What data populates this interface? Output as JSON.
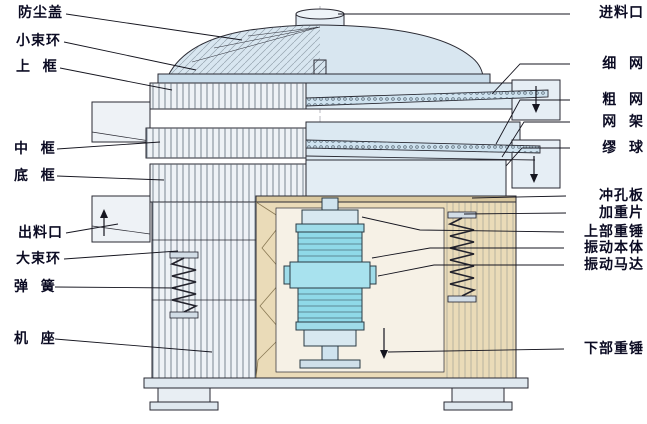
{
  "diagram_title": "rotary-vibrating-sieve-cutaway",
  "colors": {
    "line": "#2a2a33",
    "section_blue": "#dce9f2",
    "mesh_blue": "#cfe3f0",
    "body_tan": "#eadbb8",
    "plate_tan": "#d9c89f",
    "motor_cyan": "#8fd9e8",
    "motor_cyan_light": "#a8e2ee",
    "label_color": "#0b0b23"
  },
  "labels": {
    "left": [
      {
        "id": "dust-cover",
        "text": "防尘盖"
      },
      {
        "id": "small-clamp-ring",
        "text": "小束环"
      },
      {
        "id": "upper-frame",
        "text": "上  框"
      },
      {
        "id": "middle-frame",
        "text": "中  框"
      },
      {
        "id": "bottom-frame",
        "text": "底  框"
      },
      {
        "id": "discharge-outlet",
        "text": "出料口"
      },
      {
        "id": "large-clamp-ring",
        "text": "大束环"
      },
      {
        "id": "spring",
        "text": "弹  簧"
      },
      {
        "id": "machine-base",
        "text": "机  座"
      }
    ],
    "right": [
      {
        "id": "feed-inlet",
        "text": "进料口"
      },
      {
        "id": "fine-mesh",
        "text": "细  网"
      },
      {
        "id": "coarse-mesh",
        "text": "粗  网"
      },
      {
        "id": "mesh-frame",
        "text": "网  架"
      },
      {
        "id": "bouncing-ball",
        "text": "缪  球"
      },
      {
        "id": "punched-plate",
        "text": "冲孔板"
      },
      {
        "id": "weight-plate",
        "text": "加重片"
      },
      {
        "id": "upper-weight",
        "text": "上部重锤"
      },
      {
        "id": "vibration-body",
        "text": "振动本体"
      },
      {
        "id": "vibration-motor",
        "text": "振动马达"
      },
      {
        "id": "lower-weight",
        "text": "下部重锤"
      }
    ]
  }
}
